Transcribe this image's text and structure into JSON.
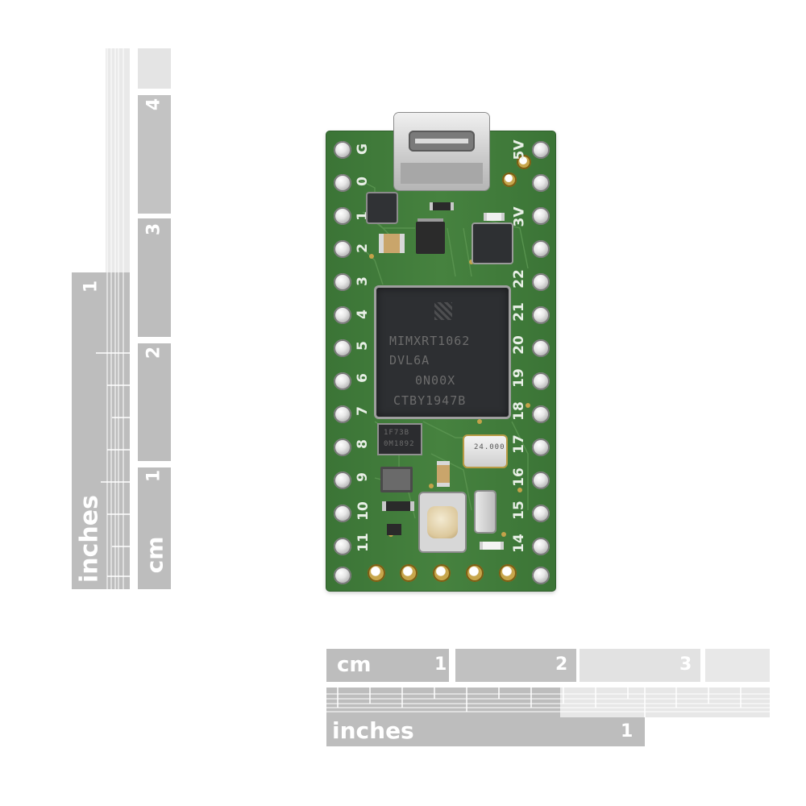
{
  "left_ruler": {
    "inch_unit": "inches",
    "inch_mark": "1",
    "cm_unit": "cm",
    "cm_marks": [
      "1",
      "2",
      "3",
      "4"
    ]
  },
  "bottom_ruler": {
    "cm_unit": "cm",
    "cm_marks": [
      "1",
      "2",
      "3"
    ],
    "inch_unit": "inches",
    "inch_mark": "1"
  },
  "board": {
    "left_pin_labels": [
      "G",
      "0",
      "1",
      "2",
      "3",
      "4",
      "5",
      "6",
      "7",
      "8",
      "9",
      "10",
      "11"
    ],
    "right_pin_labels": [
      "5V",
      "3V",
      "22",
      "21",
      "20",
      "19",
      "18",
      "17",
      "16",
      "15",
      "14"
    ],
    "chip_lines": [
      "MIMXRT1062",
      "DVL6A",
      "0N00X",
      "CTBY1947B"
    ],
    "small_chip_lines": [
      "1F73B",
      "0M1892"
    ],
    "crystal_text": "24.000"
  }
}
